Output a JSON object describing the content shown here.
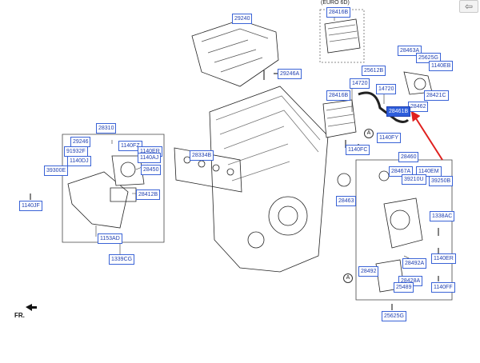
{
  "nav": {
    "back_glyph": "⇦"
  },
  "diagram": {
    "variant_label": "(EURO 6D)",
    "orientation_label": "FR.",
    "ref_marker": "A",
    "part_numbers": {
      "p29240": "29240",
      "p29246A": "29246A",
      "p28416B_top": "28416B",
      "p28416B_mid": "28416B",
      "p28463A": "28463A",
      "p25625G_top": "25625G",
      "p1140EB": "1140EB",
      "p25612B": "25612B",
      "p14720_a": "14720",
      "p14720_b": "14720",
      "p28421C": "28421C",
      "p28462": "28462",
      "p28461B": "28461B",
      "p1140FY": "1140FY",
      "p1140FC": "1140FC",
      "p28310": "28310",
      "p29246_left": "29246",
      "p1140FZ": "1140FZ",
      "p91932F": "91932F",
      "p1140ER_left": "1140ER",
      "p1140DJ": "1140DJ",
      "p1140AJ": "1140AJ",
      "p39300E": "39300E",
      "p28450": "28450",
      "p28334B": "28334B",
      "p28412B": "28412B",
      "p1140JF": "1140JF",
      "p1153AD": "1153AD",
      "p1339CG": "1339CG",
      "p28460": "28460",
      "p28467A": "28467A",
      "p1140EM": "1140EM",
      "p39210U": "39210U",
      "p39250B": "39250B",
      "p28463_right": "28463",
      "p1338AC": "1338AC",
      "p1140ER_right": "1140ER",
      "p28492A": "28492A",
      "p28492": "28492",
      "p28428A": "28428A",
      "p25489": "25489",
      "p1140FF": "1140FF",
      "p25625G_bottom": "25625G"
    }
  }
}
